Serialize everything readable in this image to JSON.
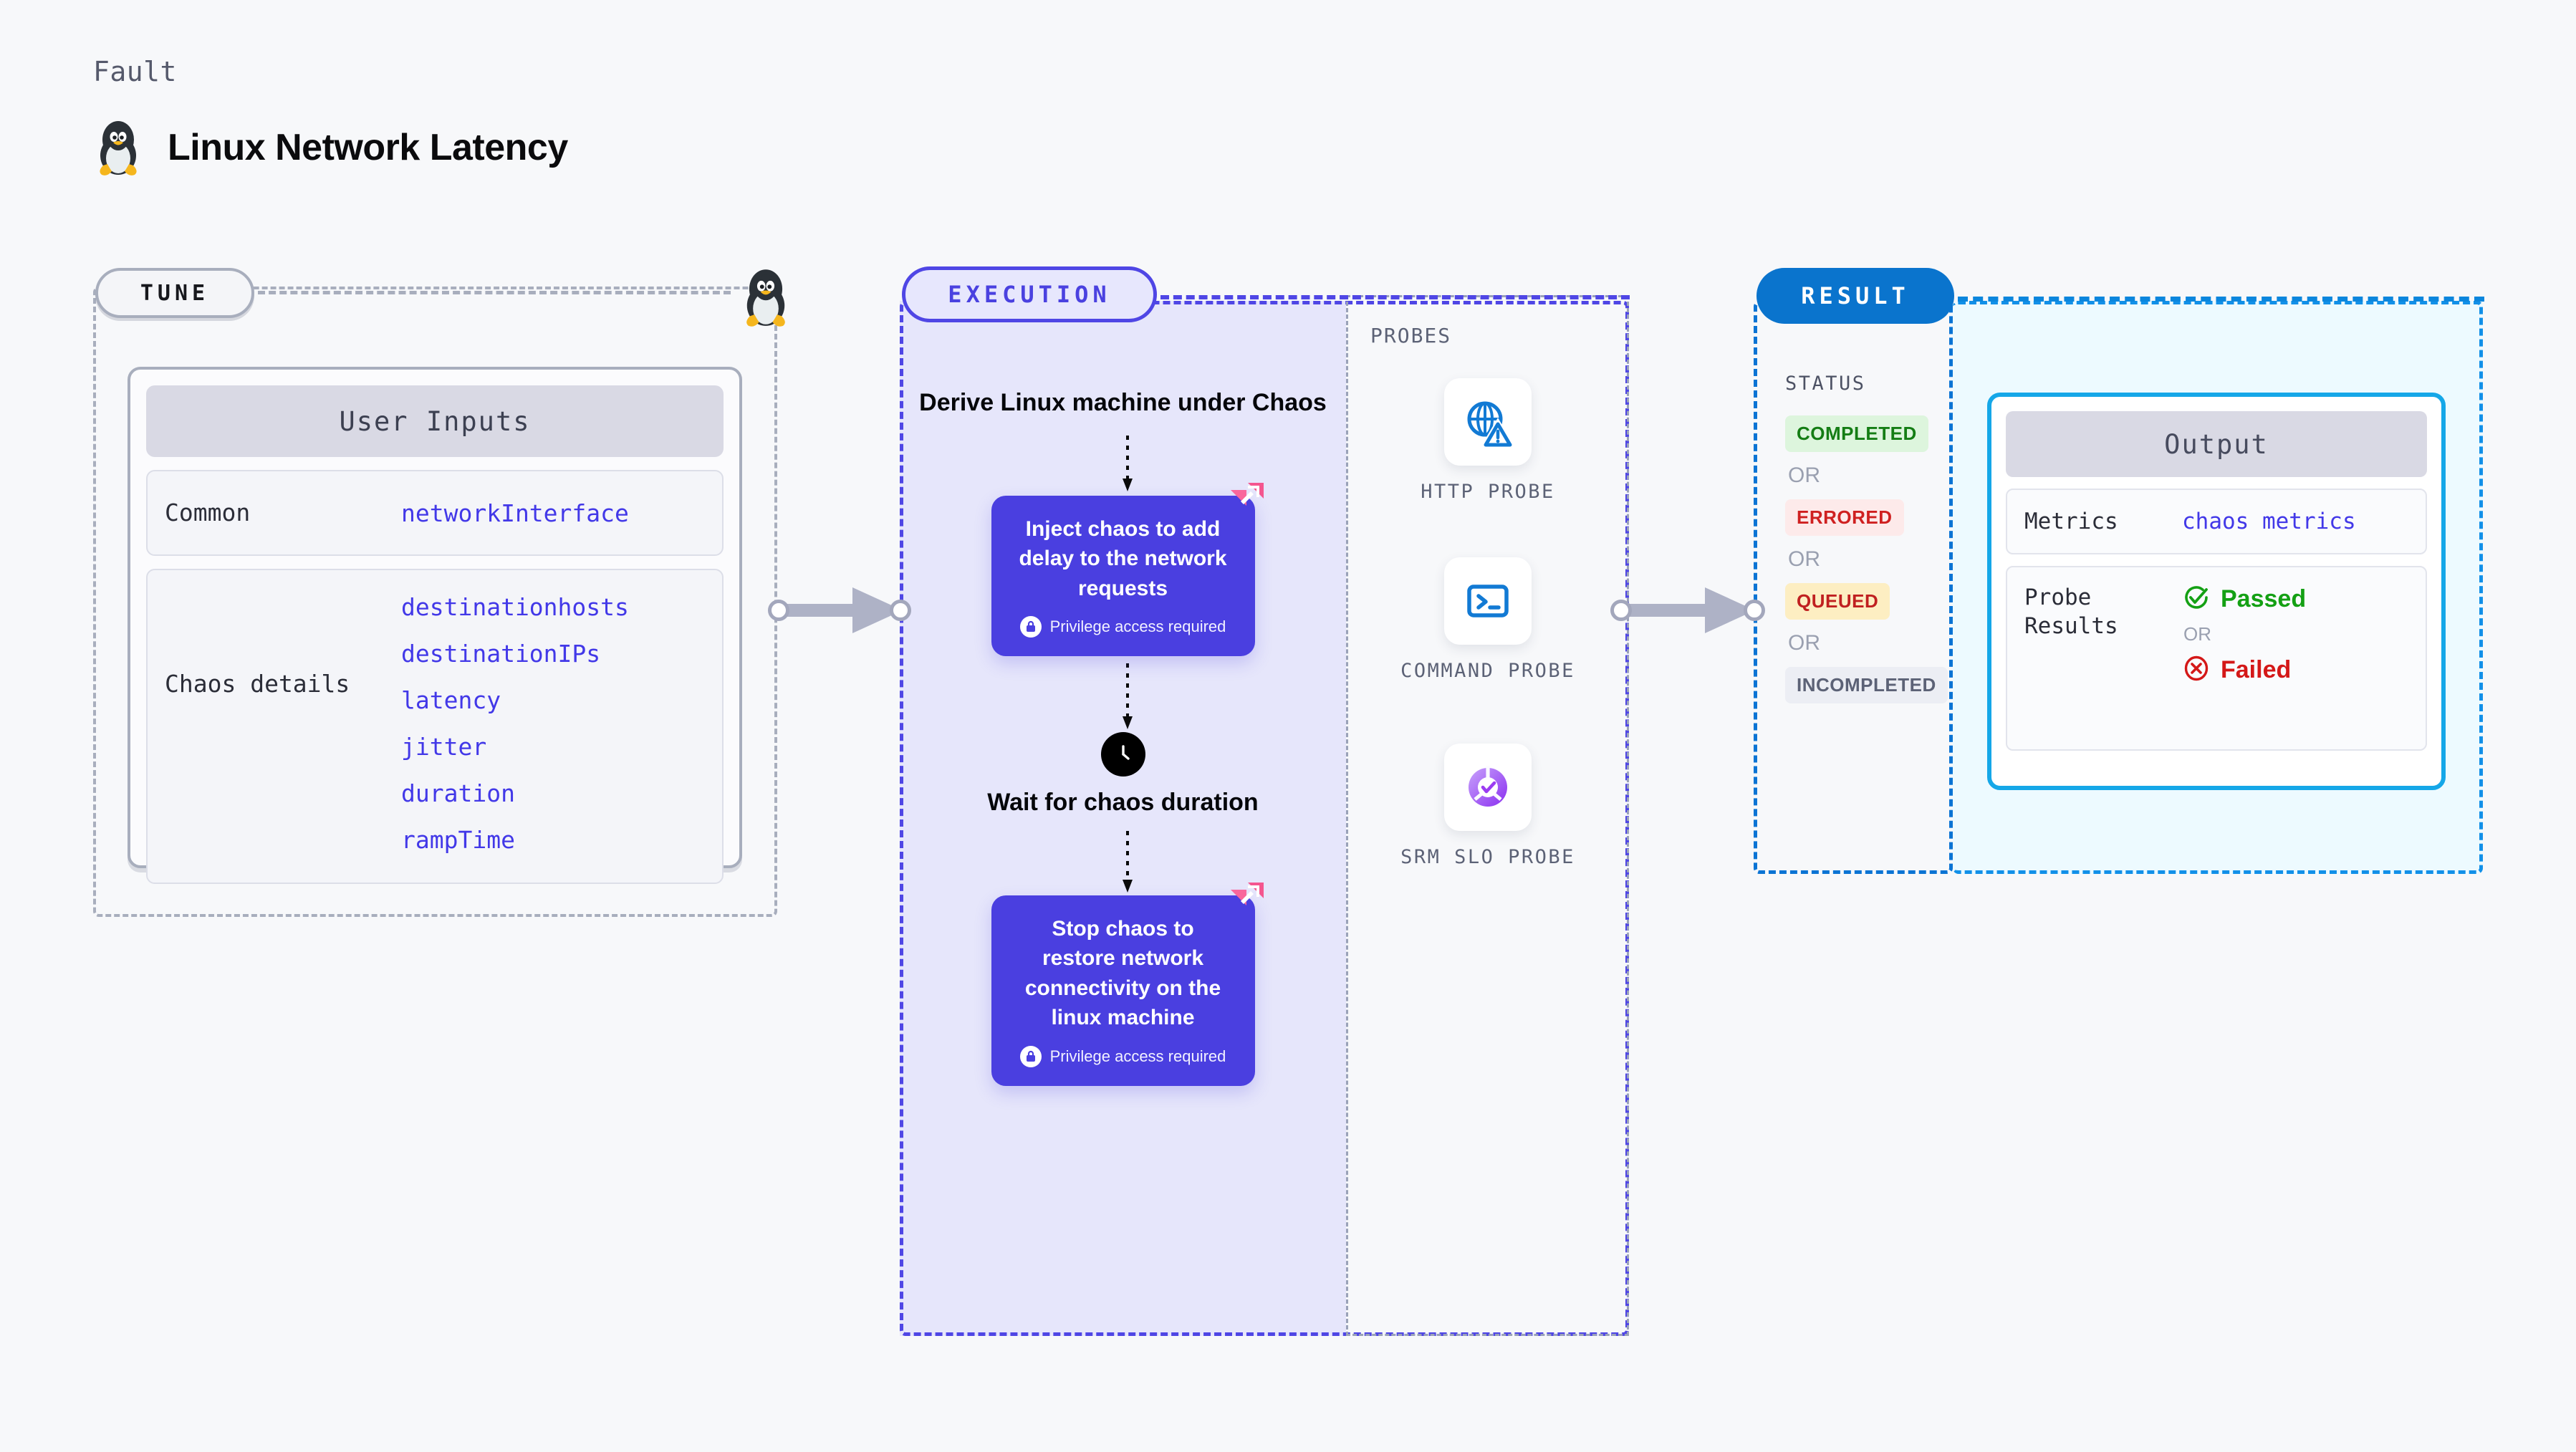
{
  "header": {
    "kicker": "Fault",
    "title": "Linux Network Latency",
    "logo_icon": "tux-linux-penguin-icon"
  },
  "colors": {
    "execution_accent": "#4f46e5",
    "result_accent": "#0b74d4",
    "output_accent": "#15a7e8",
    "tune_accent": "#a8aebd",
    "chaos_box": "#4a3fe0",
    "harness_pink": "#f46e9a",
    "param_value": "#4238e8"
  },
  "tune": {
    "pill_label": "TUNE",
    "card": {
      "header": "User Inputs",
      "sections": [
        {
          "label": "Common",
          "values": [
            "networkInterface"
          ]
        },
        {
          "label": "Chaos details",
          "values": [
            "destinationhosts",
            "destinationIPs",
            "latency",
            "jitter",
            "duration",
            "rampTime"
          ]
        }
      ]
    }
  },
  "execution": {
    "pill_label": "EXECUTION",
    "steps": [
      {
        "type": "text",
        "label": "Derive Linux machine under Chaos"
      },
      {
        "type": "chaos-box",
        "label": "Inject chaos to add delay to the network requests",
        "privilege_note": "Privilege access required",
        "lock_icon": "lock-icon",
        "brand_icon": "harness-logo-icon"
      },
      {
        "type": "wait",
        "label": "Wait for chaos duration",
        "icon": "clock-icon"
      },
      {
        "type": "chaos-box",
        "label": "Stop chaos to restore network connectivity on the linux machine",
        "privilege_note": "Privilege access required",
        "lock_icon": "lock-icon",
        "brand_icon": "harness-logo-icon"
      }
    ]
  },
  "probes": {
    "section_label": "PROBES",
    "items": [
      {
        "name": "HTTP PROBE",
        "icon": "globe-warning-icon"
      },
      {
        "name": "COMMAND PROBE",
        "icon": "terminal-icon"
      },
      {
        "name": "SRM SLO PROBE",
        "icon": "slo-check-icon"
      }
    ]
  },
  "result": {
    "pill_label": "RESULT",
    "status_label": "STATUS",
    "or_label": "OR",
    "statuses": [
      {
        "label": "COMPLETED",
        "bg": "#ddf5dd",
        "fg": "#147d14"
      },
      {
        "label": "ERRORED",
        "bg": "#fdeaea",
        "fg": "#cf2020"
      },
      {
        "label": "QUEUED",
        "bg": "#fdeec2",
        "fg": "#c02020"
      },
      {
        "label": "INCOMPLETED",
        "bg": "#eceef4",
        "fg": "#5c6276"
      }
    ]
  },
  "output": {
    "header": "Output",
    "or_label": "OR",
    "metrics": {
      "label": "Metrics",
      "value": "chaos metrics"
    },
    "probe_results": {
      "label": "Probe Results",
      "passed": {
        "label": "Passed",
        "icon": "check-circle-icon",
        "color": "#14a014"
      },
      "failed": {
        "label": "Failed",
        "icon": "x-circle-icon",
        "color": "#d41818"
      }
    }
  }
}
